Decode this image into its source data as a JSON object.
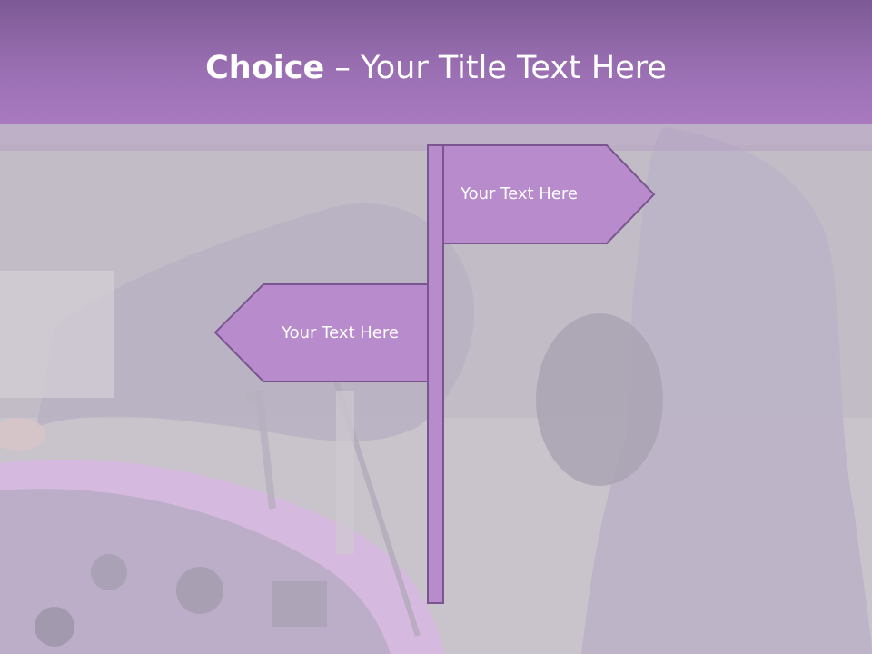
{
  "slide": {
    "title_bold": "Choice",
    "title_separator": " – ",
    "title_rest": "Your Title Text Here"
  },
  "signs": {
    "right_label": "Your Text Here",
    "left_label": "Your Text Here"
  },
  "colors": {
    "title_bar": "#a97ac0",
    "sign_fill": "#b88ccc",
    "sign_stroke": "#7a5590",
    "background": "#c8c2cb"
  }
}
